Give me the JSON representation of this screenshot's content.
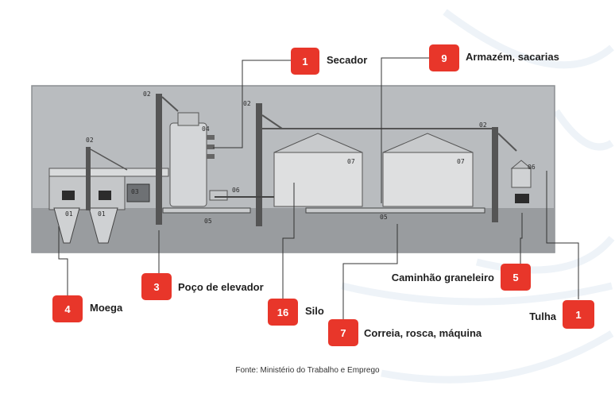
{
  "source": "Fonte: Ministério do Trabalho e Emprego",
  "callouts": [
    {
      "num": "1",
      "label": "Secador"
    },
    {
      "num": "9",
      "label": "Armazém, sacarias"
    },
    {
      "num": "3",
      "label": "Poço de elevador"
    },
    {
      "num": "4",
      "label": "Moega"
    },
    {
      "num": "16",
      "label": "Silo"
    },
    {
      "num": "7",
      "label": "Correia, rosca, máquina"
    },
    {
      "num": "5",
      "label": "Caminhão graneleiro"
    },
    {
      "num": "1",
      "label": "Tulha"
    }
  ],
  "codes": {
    "c01a": "01",
    "c01b": "01",
    "c02a": "02",
    "c02b": "02",
    "c02c": "02",
    "c02d": "02",
    "c03": "03",
    "c04": "04",
    "c05a": "05",
    "c05b": "05",
    "c06a": "06",
    "c06b": "06",
    "c07a": "07",
    "c07b": "07"
  },
  "colors": {
    "badge": "#e8362a",
    "panel": "#b9bcbf",
    "ground": "#8f9396",
    "line": "#333333"
  }
}
